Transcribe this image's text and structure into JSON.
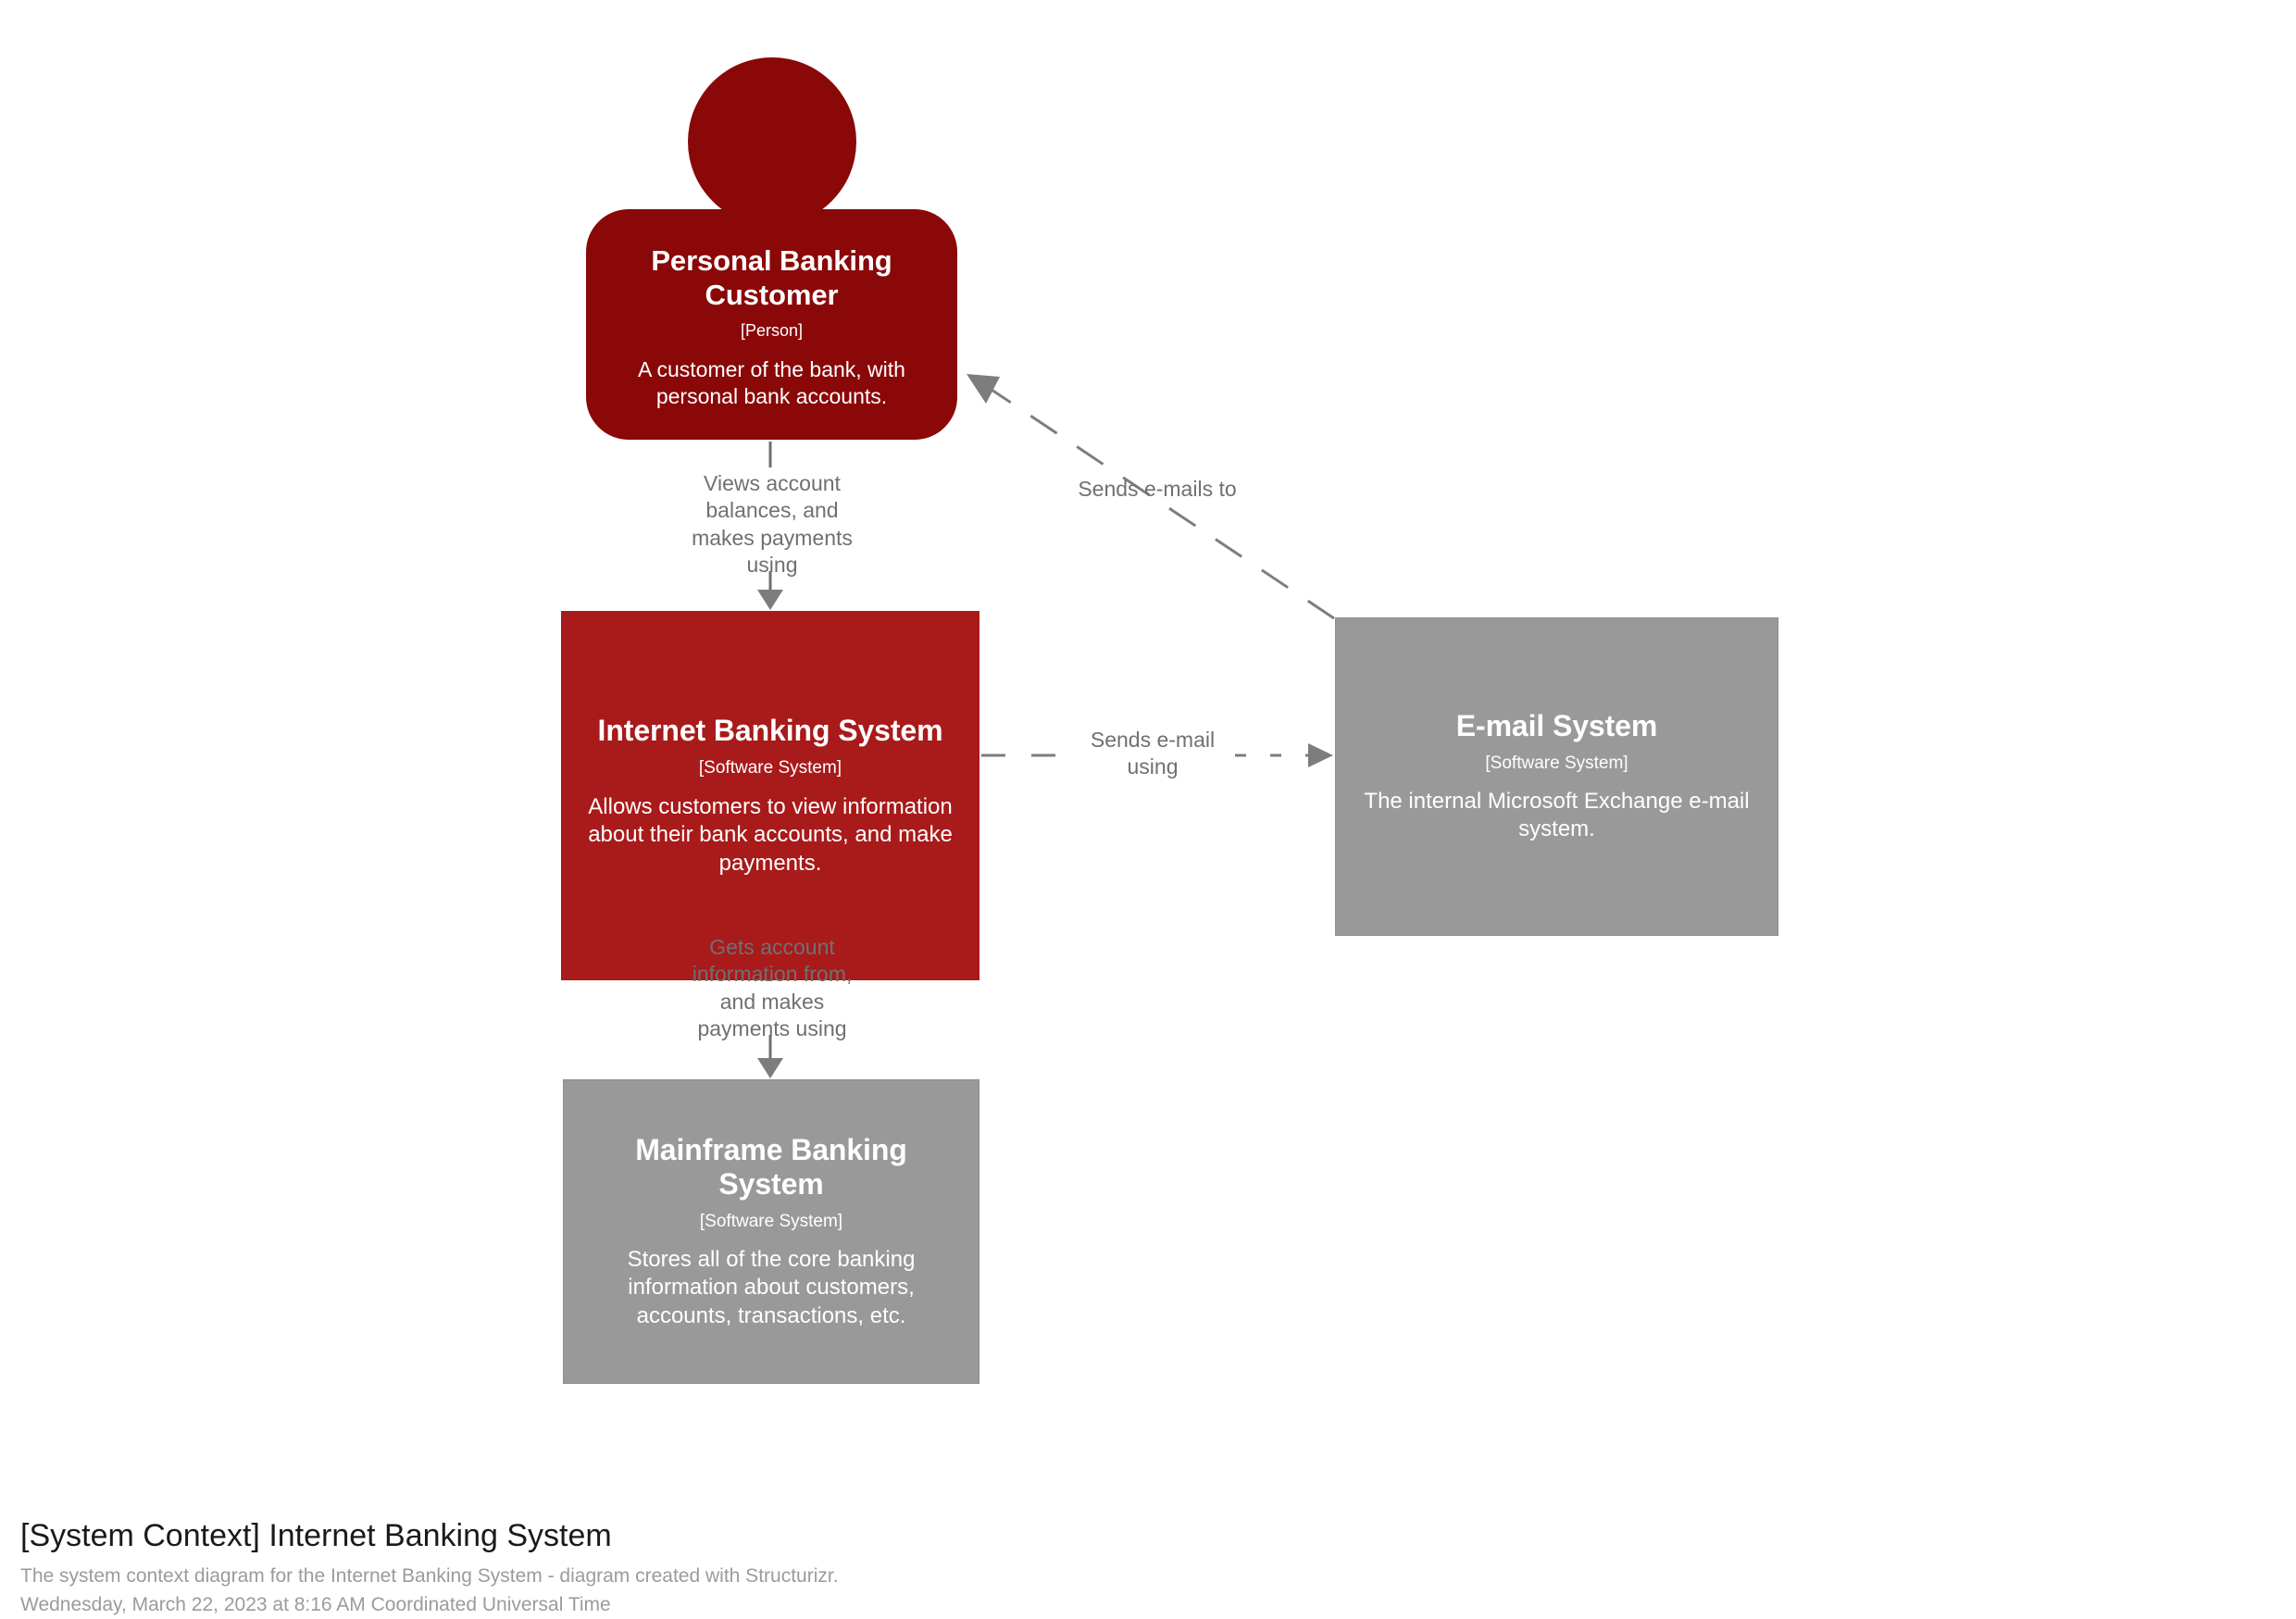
{
  "diagram": {
    "kind": "c4-system-context",
    "background": "#ffffff",
    "colors": {
      "person": "#8A0808",
      "focus_system": "#A91A1A",
      "external_system": "#999999",
      "external_system_border": "#8c8c8c",
      "relationship_line": "#707070",
      "relationship_text": "#707070",
      "node_text": "#ffffff",
      "footer_title": "#1a1a1a",
      "footer_subtitle": "#9b9b9b"
    },
    "nodes": [
      {
        "id": "personal-banking-customer",
        "name": "Personal Banking Customer",
        "type": "[Person]",
        "description": "A customer of the bank, with personal bank accounts.",
        "shape": "person",
        "color": "#8A0808"
      },
      {
        "id": "internet-banking-system",
        "name": "Internet Banking System",
        "type": "[Software System]",
        "description": "Allows customers to view information about their bank accounts, and make payments.",
        "shape": "box",
        "color": "#A91A1A"
      },
      {
        "id": "email-system",
        "name": "E-mail System",
        "type": "[Software System]",
        "description": "The internal Microsoft Exchange e-mail system.",
        "shape": "box",
        "color": "#999999"
      },
      {
        "id": "mainframe-banking-system",
        "name": "Mainframe Banking System",
        "type": "[Software System]",
        "description": "Stores all of the core banking information about customers, accounts, transactions, etc.",
        "shape": "box",
        "color": "#999999"
      }
    ],
    "relationships": [
      {
        "id": "customer-to-internet-banking",
        "source": "personal-banking-customer",
        "destination": "internet-banking-system",
        "label": "Views account\nbalances, and\nmakes payments\nusing",
        "style": "solid",
        "direction": "down"
      },
      {
        "id": "internet-banking-to-email",
        "source": "internet-banking-system",
        "destination": "email-system",
        "label": "Sends e-mail\nusing",
        "style": "dashed",
        "direction": "right"
      },
      {
        "id": "internet-banking-to-mainframe",
        "source": "internet-banking-system",
        "destination": "mainframe-banking-system",
        "label": "Gets account\ninformation from,\nand makes\npayments using",
        "style": "solid",
        "direction": "down"
      },
      {
        "id": "email-to-customer",
        "source": "email-system",
        "destination": "personal-banking-customer",
        "label": "Sends e-mails to",
        "style": "dashed",
        "direction": "diagonal-up-left"
      }
    ]
  },
  "footer": {
    "title": "[System Context] Internet Banking System",
    "description": "The system context diagram for the Internet Banking System - diagram created with Structurizr.",
    "timestamp": "Wednesday, March 22, 2023 at 8:16 AM Coordinated Universal Time"
  }
}
